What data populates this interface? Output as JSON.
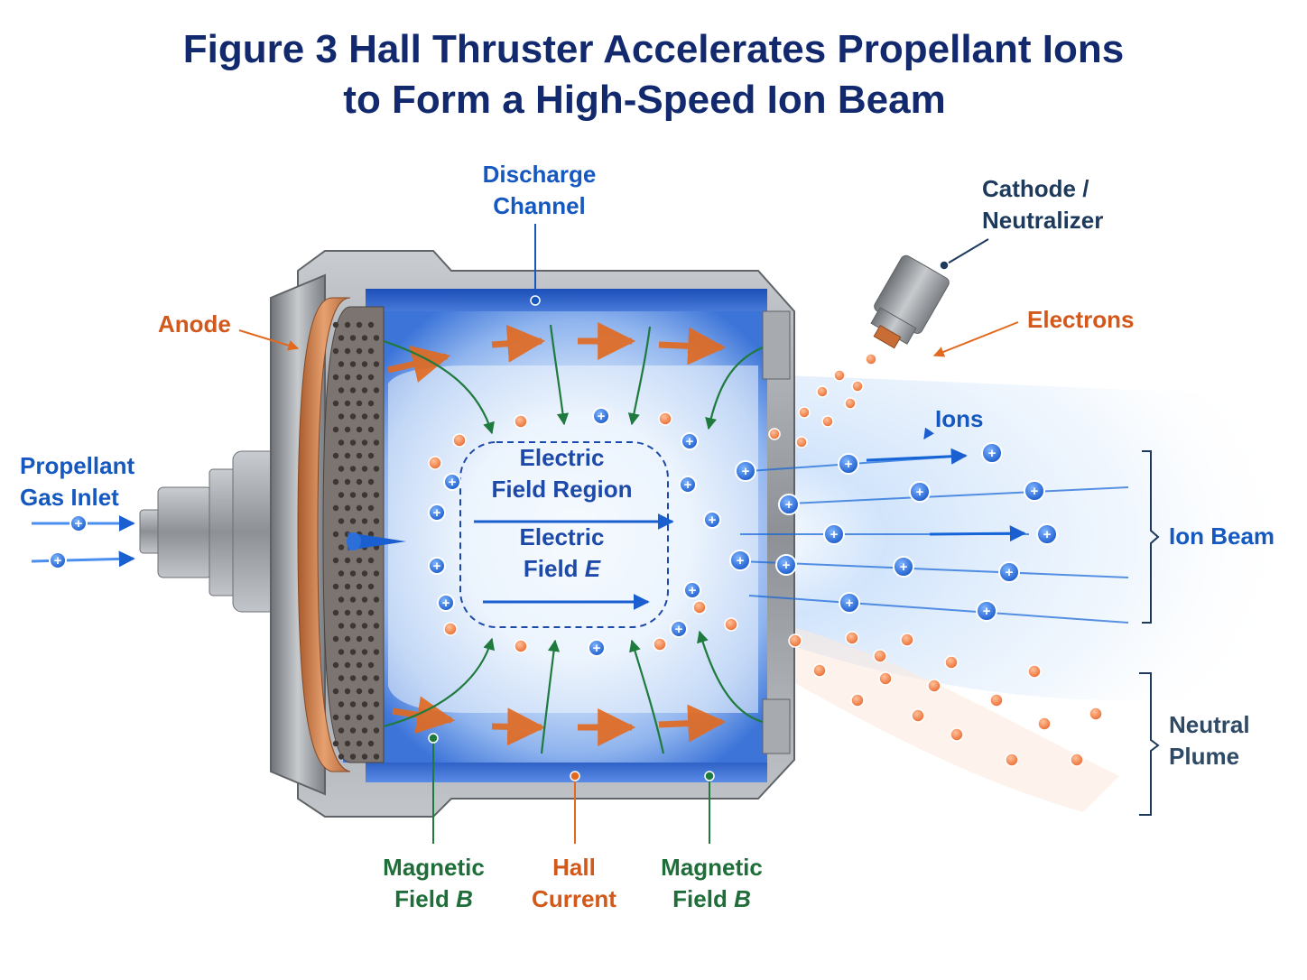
{
  "figure": {
    "title_line1": "Figure 3  Hall Thruster Accelerates Propellant Ions",
    "title_line2": "to Form a High-Speed Ion Beam"
  },
  "labels": {
    "discharge_channel": [
      "Discharge",
      "Channel"
    ],
    "cathode_neutralizer": [
      "Cathode /",
      "Neutralizer"
    ],
    "anode": "Anode",
    "electrons": "Electrons",
    "propellant_gas_inlet": [
      "Propellant",
      "Gas Inlet"
    ],
    "ions": "Ions",
    "ion_beam": "Ion Beam",
    "neutral_plume": [
      "Neutral",
      "Plume"
    ],
    "electric_field_region": [
      "Electric",
      "Field Region"
    ],
    "electric_field": {
      "line1": "Electric",
      "line2_prefix": "Field ",
      "line2_symbol": "E"
    },
    "magnetic_field_left": {
      "line1": "Magnetic",
      "line2_prefix": "Field ",
      "line2_symbol": "B"
    },
    "hall_current": [
      "Hall",
      "Current"
    ],
    "magnetic_field_right": {
      "line1": "Magnetic",
      "line2_prefix": "Field ",
      "line2_symbol": "B"
    },
    "ion_symbol": "+"
  },
  "colors": {
    "title": "#12296e",
    "ion": "#1565d8",
    "electron": "#ee7a3c",
    "magnetic": "#1f7a3e",
    "hall": "#e2691e",
    "copper": "#c9773f",
    "metal": "#9a9ea3",
    "channel_glow": "#2f6fe0"
  }
}
